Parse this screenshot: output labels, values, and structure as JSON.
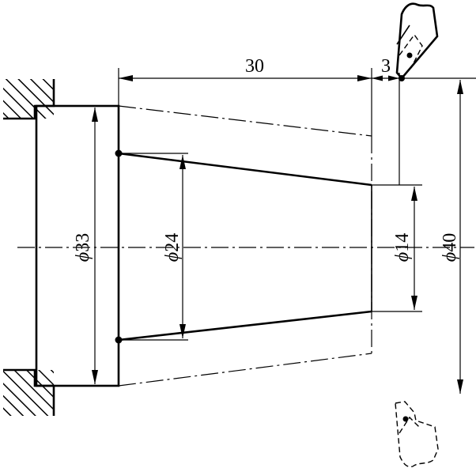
{
  "dimensions": {
    "length_taper": "30",
    "length_gap": "3"
  },
  "diameters": {
    "d33": {
      "symbol": "ϕ",
      "value": "33"
    },
    "d24": {
      "symbol": "ϕ",
      "value": "24"
    },
    "d14": {
      "symbol": "ϕ",
      "value": "14"
    },
    "d40": {
      "symbol": "ϕ",
      "value": "40"
    }
  },
  "colors": {
    "line": "#000000",
    "background": "#ffffff"
  }
}
